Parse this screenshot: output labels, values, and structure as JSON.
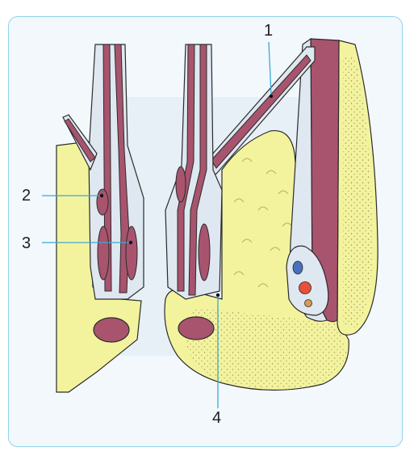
{
  "labels": {
    "one": "1",
    "two": "2",
    "three": "3",
    "four": "4"
  },
  "colors": {
    "frame_border": "#8fd3e8",
    "background": "#f2f8fc",
    "fat": "#f3f39e",
    "muscle": "#a8546e",
    "fascia": "#dfe8f0",
    "outline": "#2b2b2b",
    "leader_line": "#3aa7d8",
    "vessel_blue": "#4a6fc0",
    "vessel_red": "#e8503a",
    "nerve_orange": "#d99a52"
  }
}
